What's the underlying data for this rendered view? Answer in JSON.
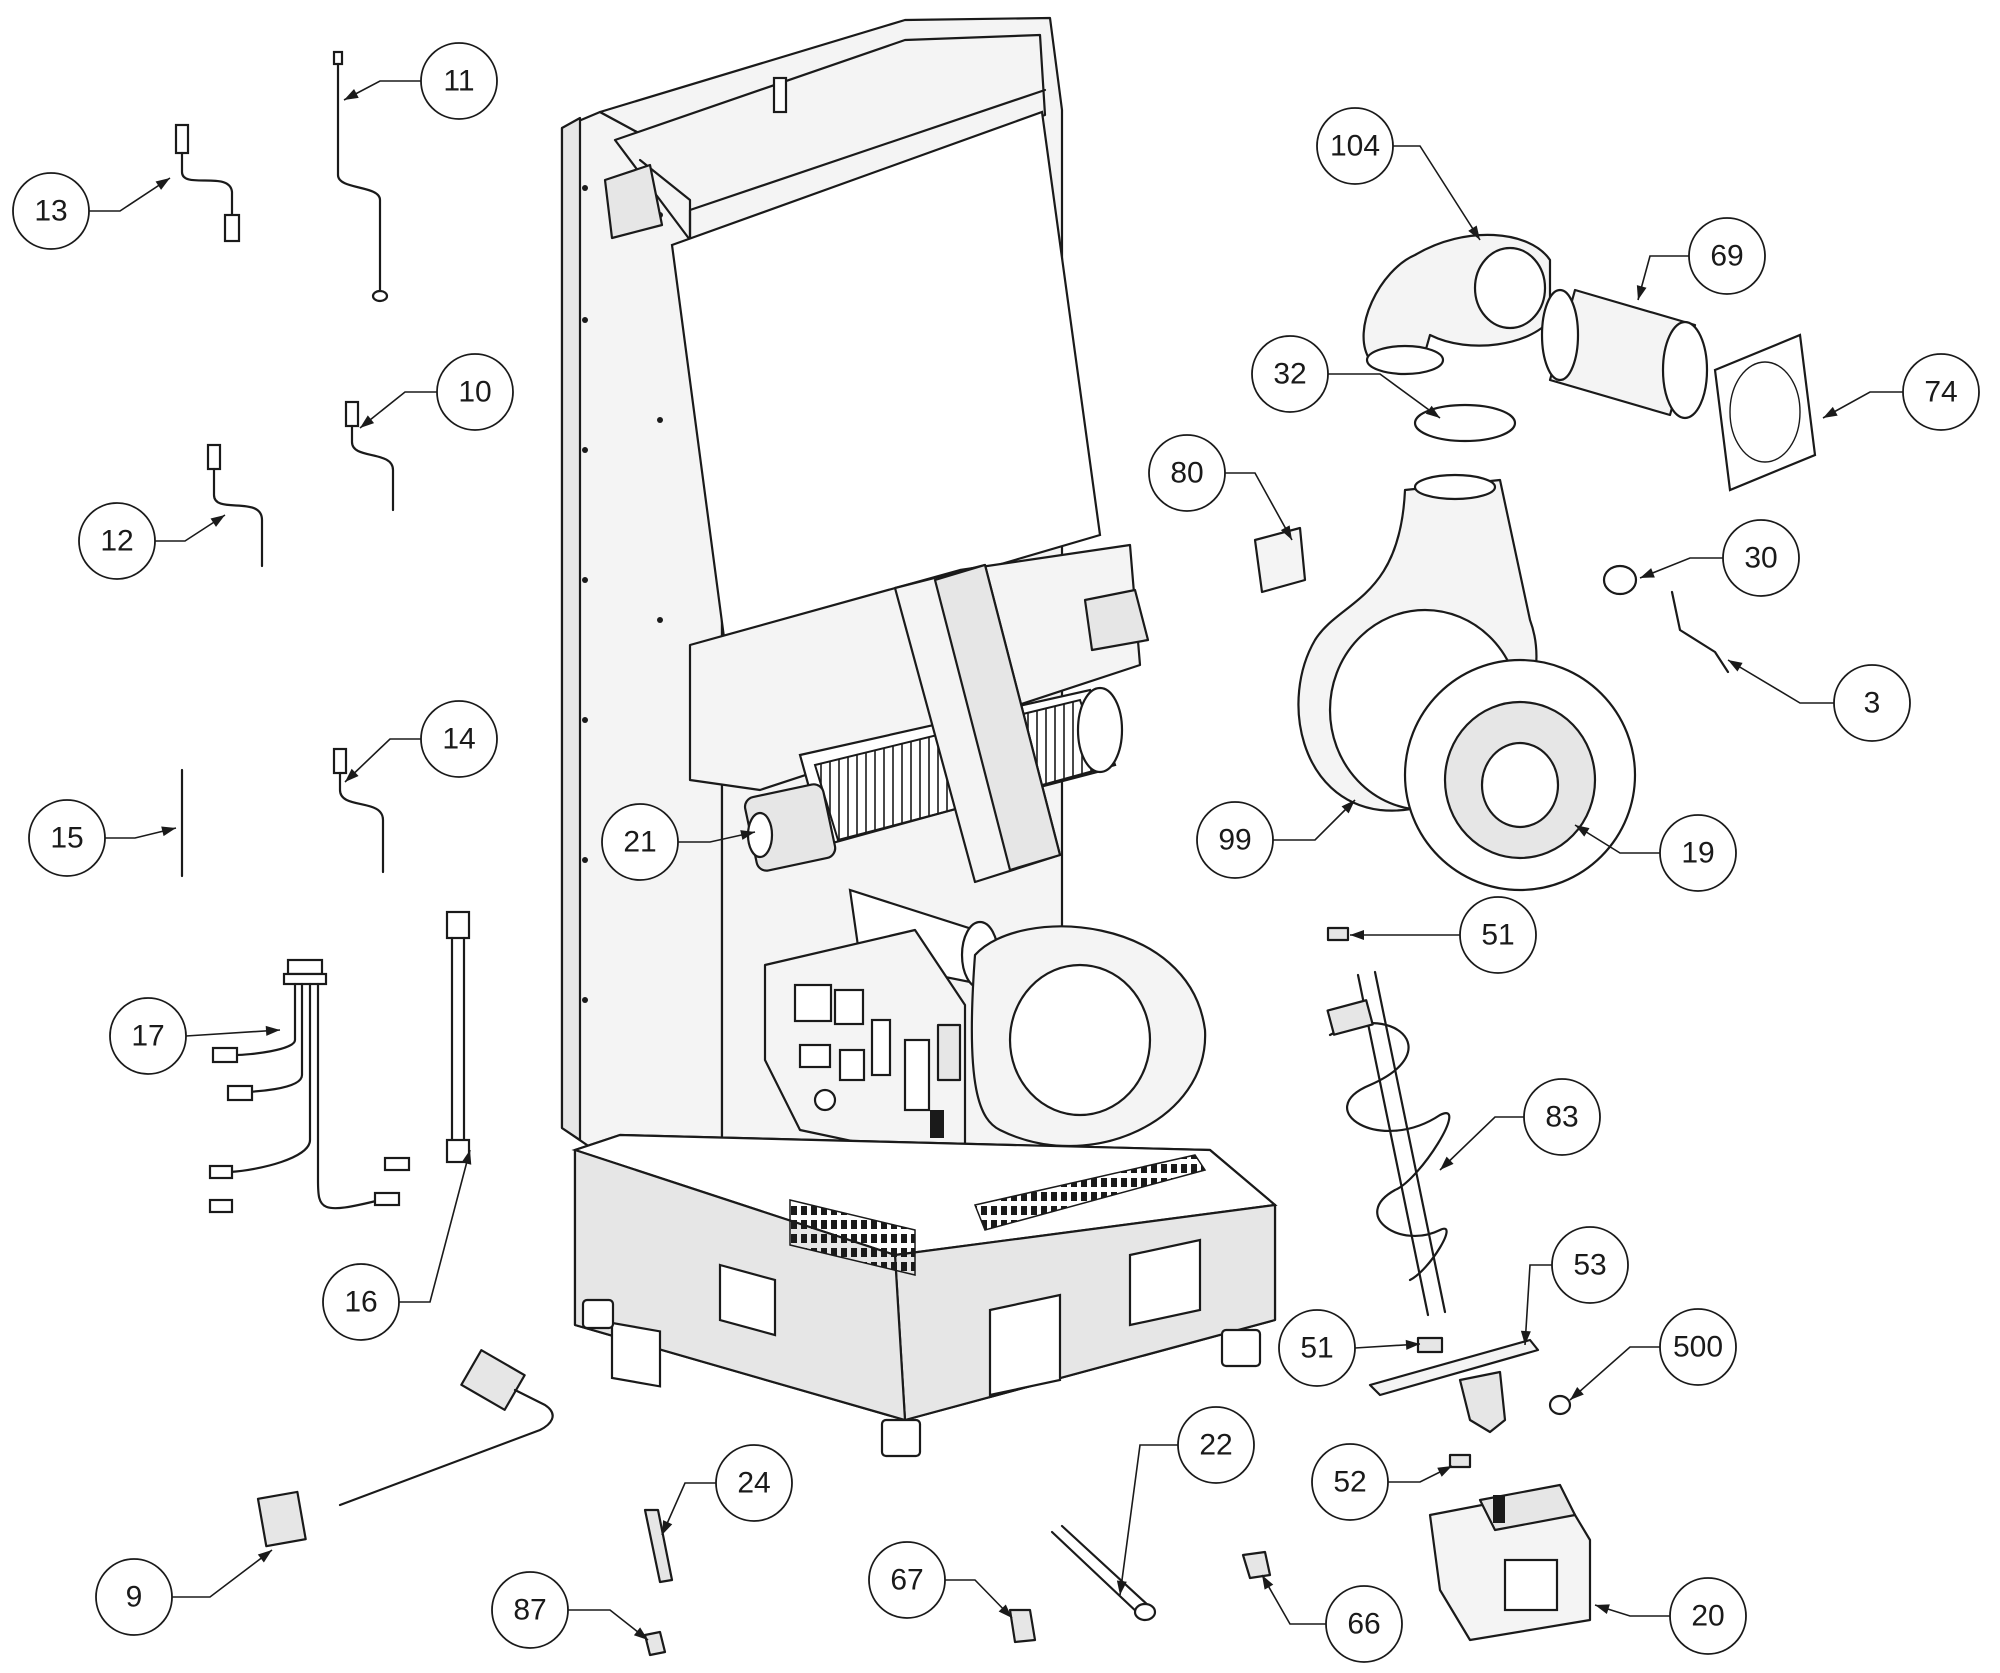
{
  "callouts": {
    "c3": "3",
    "c9": "9",
    "c10": "10",
    "c11": "11",
    "c12": "12",
    "c13": "13",
    "c14": "14",
    "c15": "15",
    "c16": "16",
    "c17": "17",
    "c19": "19",
    "c20": "20",
    "c21": "21",
    "c22": "22",
    "c24": "24",
    "c30": "30",
    "c32": "32",
    "c51a": "51",
    "c51b": "51",
    "c52": "52",
    "c53": "53",
    "c66": "66",
    "c67": "67",
    "c69": "69",
    "c74": "74",
    "c80": "80",
    "c83": "83",
    "c87": "87",
    "c99": "99",
    "c104": "104",
    "c500": "500"
  },
  "colors": {
    "line": "#1a1a1a",
    "background": "#ffffff"
  }
}
